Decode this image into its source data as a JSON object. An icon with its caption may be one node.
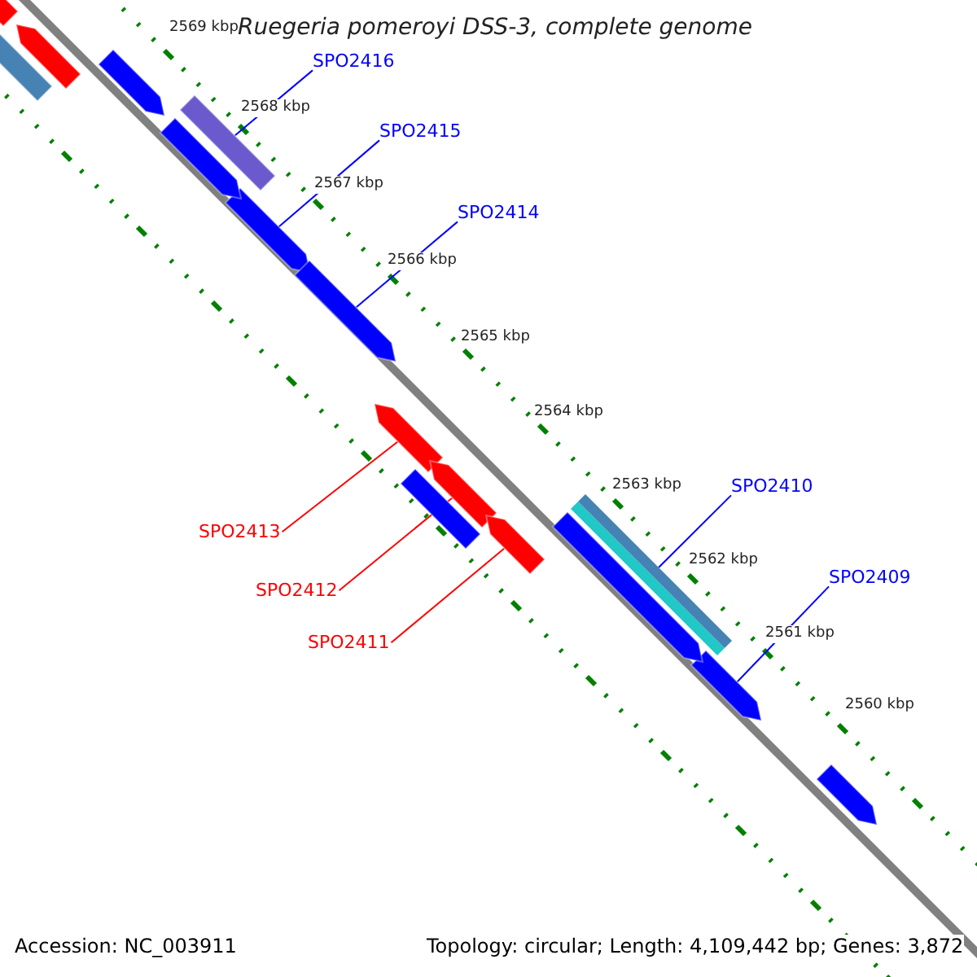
{
  "diagram": {
    "title": "Ruegeria pomeroyi DSS-3, complete genome",
    "nodes": [
      {
        "text": [
          "SPO2416"
        ]
      },
      {
        "text": [],
        "shape": "bar"
      },
      {
        "text": [
          "SPO2415"
        ]
      },
      {
        "text": [],
        "shape": "bar"
      },
      {
        "text": [
          "SPO2414"
        ]
      },
      {
        "text": [],
        "shape": "bar"
      },
      {
        "text": [
          "SPO2410"
        ]
      },
      {
        "text": [],
        "shape": "bar"
      },
      {
        "text": [
          "SPO2409"
        ]
      },
      {
        "text": [],
        "shape": "bar"
      },
      {
        "text": [
          "SPO2413"
        ]
      },
      {
        "text": [],
        "shape": "bar"
      },
      {
        "text": [
          "SPO2412"
        ]
      },
      {
        "text": [],
        "shape": "bar"
      },
      {
        "text": [
          "SPO2411"
        ]
      },
      {
        "text": [],
        "shape": "bar"
      },
      {
        "text": [],
        "shape": "bar"
      },
      {
        "text": [],
        "shape": "bar"
      },
      {
        "text": [],
        "shape": "bar"
      },
      {
        "text": [],
        "shape": "bar"
      },
      {
        "text": [],
        "shape": "bar"
      },
      {
        "text": [],
        "shape": "bar"
      },
      {
        "text": [],
        "shape": "bar"
      },
      {
        "text": [],
        "shape": "bar"
      }
    ],
    "edges": [
      {
        "from": 0,
        "to": 1,
        "arrow": "none"
      },
      {
        "from": 2,
        "to": 3,
        "arrow": "none"
      },
      {
        "from": 4,
        "to": 5,
        "arrow": "none"
      },
      {
        "from": 6,
        "to": 7,
        "arrow": "none"
      },
      {
        "from": 8,
        "to": 9,
        "arrow": "none"
      },
      {
        "from": 10,
        "to": 11,
        "arrow": "none",
        "color": "#ff0000"
      },
      {
        "from": 12,
        "to": 13,
        "arrow": "none",
        "color": "#ff0000"
      },
      {
        "from": 14,
        "to": 15,
        "arrow": "none",
        "color": "#ff0000"
      }
    ],
    "labels": [
      "2569 kbp",
      "2568 kbp",
      "2567 kbp",
      "2566 kbp",
      "2565 kbp",
      "2564 kbp",
      "2563 kbp",
      "2562 kbp",
      "2561 kbp",
      "2560 kbp",
      "Accession: NC_003911",
      "Topology: circular; Length: 4,109,442 bp; Genes: 3,872"
    ]
  }
}
